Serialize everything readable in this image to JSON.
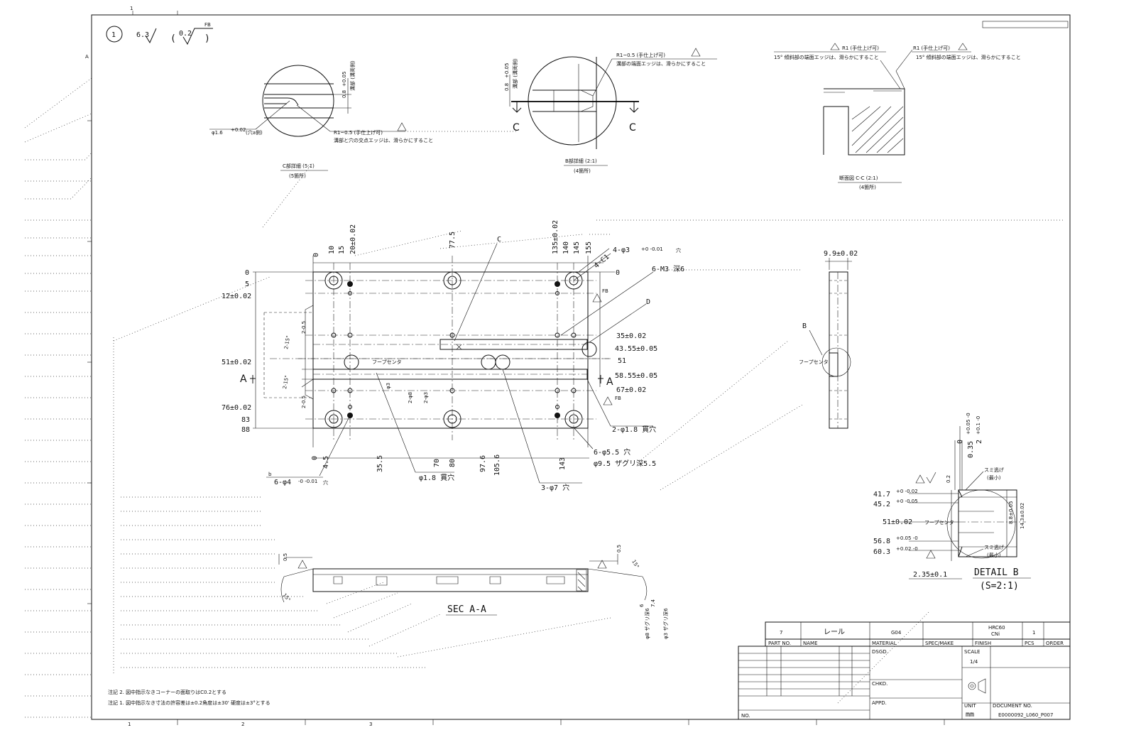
{
  "header": {
    "sheet_no": "1",
    "roughness_main": "6.3",
    "roughness_alt": "0.2",
    "roughness_alt_tag": "FB"
  },
  "details": {
    "c_detail": {
      "dim_08": "0.8",
      "dim_08_tol": "+0.05",
      "dim_note": "溝部 (溝両側)",
      "hole_label": "φ1.6",
      "hole_tol": "+0.02",
      "hole_note": "(穴a側)",
      "radius_label": "R1~0.5 (手仕上げ可)",
      "radius_note": "溝部と穴の交点エッジは、滑らかにすること",
      "title": "C部詳細 (5:1)",
      "sub": "(5箇所)"
    },
    "b_detail": {
      "radius_label": "R1~0.5 (手仕上げ可)",
      "radius_note": "溝部の端面エッジは、滑らかにすること",
      "dim_08": "0.8",
      "dim_08_tol": "+0.05",
      "dim_note": "溝部 (溝両側)",
      "cut_left": "C",
      "cut_right": "C",
      "title": "B部詳細 (2:1)",
      "sub": "(4箇所)"
    },
    "section_cc": {
      "label_a": "R1 (手仕上げ可)",
      "note_a": "15° 傾斜部の端面エッジは、滑らかにすること",
      "label_b": "R1 (手仕上げ可)",
      "note_b": "15° 傾斜部の端面エッジは、滑らかにすること",
      "title": "断面図 C-C (2:1)",
      "sub": "(4箇所)"
    }
  },
  "plan_view": {
    "top_dims": [
      "0",
      "10",
      "15",
      "20±0.02",
      "77.5",
      "135±0.02",
      "140",
      "145",
      "155"
    ],
    "left_dims": [
      "0",
      "5",
      "12±0.02",
      "51±0.02",
      "76±0.02",
      "83",
      "88"
    ],
    "right_dims": [
      "0",
      "35±0.02",
      "43.55±0.05",
      "51",
      "58.55±0.05",
      "67±0.02"
    ],
    "bottom_dims": [
      "0",
      "4.5",
      "35.5",
      "70",
      "80",
      "97.6",
      "105.6",
      "143"
    ],
    "callouts": {
      "c_ref": "C",
      "d_ref": "D",
      "chamfer": "4-C1",
      "hole4": "4-φ3",
      "hole4_tol": "+0 -0.01",
      "hole4_suffix": "穴",
      "m3": "6-M3 深6",
      "hole18_side": "2-φ1.8 貫穴",
      "hole55": "6-φ5.5 穴",
      "cbore": "φ9.5 ザグリ深5.5",
      "hole7": "3-φ7 穴",
      "hole18": "φ1.8 貫穴",
      "hole_b": "6-φ4",
      "hole_b_tol": "-0 -0.01",
      "hole_b_suffix": "穴",
      "hole_b_mark": "b",
      "groove_center": "フープセンタ",
      "groove_dims": [
        "φ3",
        "2-φ8",
        "2-φ3"
      ],
      "slope_top": "2-15°",
      "slope_bottom": "2-15°",
      "gap_top": "2-0.5",
      "gap_bottom": "2-0.5",
      "section_mark": "A",
      "fb": "FB"
    }
  },
  "side_view": {
    "width": "9.9±0.02",
    "b_ref": "B",
    "groove_center": "フープセンタ"
  },
  "detail_b": {
    "dims": [
      "41.7",
      "45.2",
      "51±0.02",
      "56.8",
      "60.3"
    ],
    "dims_tol": [
      "+0 -0.02",
      "+0 -0.05",
      "",
      "+0.05 -0",
      "+0.02 -0"
    ],
    "top_dims": [
      "0",
      "0.35",
      "2"
    ],
    "top_tol": [
      "",
      "+0.05 -0",
      "+0.1 -0"
    ],
    "right_dims": [
      "8.8±0.05",
      "14.3±0.02"
    ],
    "bottom_dim": "2.35±0.1",
    "note_top": "スミ逃げ",
    "note_top_sub": "(最小)",
    "note_bottom": "スミ逃げ",
    "note_bottom_sub": "(最小)",
    "center": "フープセンタ",
    "v_label": "0.2",
    "title": "DETAIL B",
    "scale": "(S=2:1)"
  },
  "section_aa": {
    "title": "SEC A-A",
    "dims": [
      "0.5",
      "0.5",
      "15°",
      "15°",
      "6",
      "7.4"
    ],
    "cb_note": "φ8 ザグリ深6",
    "cb_note2": "φ3 ザグリ深6"
  },
  "notes": [
    "注記 2. 図中指示なきコーナーの面取りはC0.2とする",
    "注記 1. 図中指示なき寸法の許容差は±0.2角度は±30' 硬度は±3°とする"
  ],
  "title_block": {
    "item_no": "7",
    "part_name": "レール",
    "material": "G04",
    "spec": "",
    "finish_line1": "HRC60",
    "finish_line2": "CNi",
    "qty": "1",
    "headers": [
      "PART NO.",
      "NAME",
      "MATERIAL",
      "SPEC/MAKE",
      "FINISH",
      "PCS",
      "ORDER"
    ],
    "dsgd": "DSGD.",
    "chkd": "CHKD.",
    "appd": "APPD.",
    "scale_label": "SCALE",
    "scale_value": "1/4",
    "unit_label": "UNIT",
    "unit_value": "mm",
    "doc_label": "DOCUMENT NO.",
    "doc_no": "E0000092_L060_P007",
    "no_label": "NO."
  },
  "frame": {
    "zones_bottom": [
      "1",
      "2",
      "3"
    ],
    "zones_top": [
      "1"
    ],
    "zones_left": [
      "A"
    ]
  }
}
